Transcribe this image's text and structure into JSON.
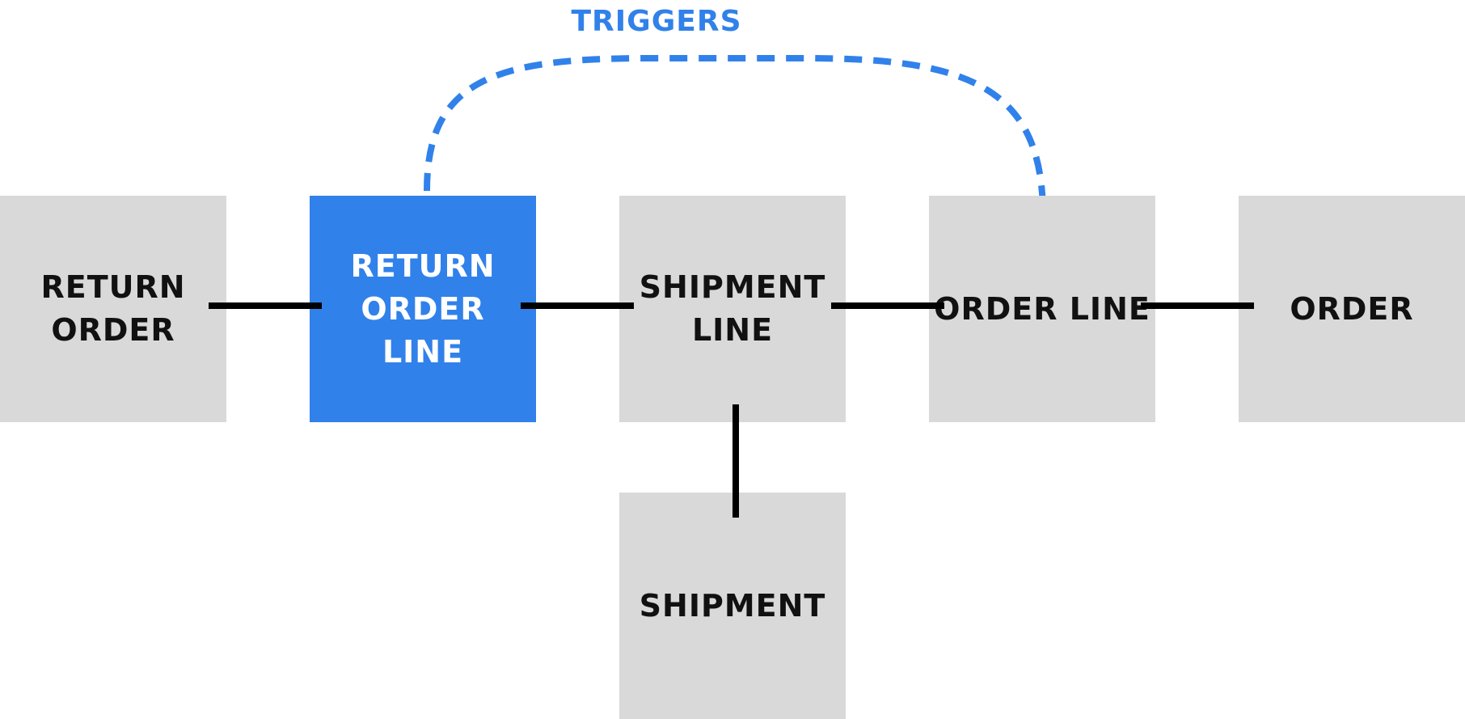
{
  "colors": {
    "box": "#d9d9d9",
    "highlight": "#3181ea",
    "connector": "#000000",
    "trigger": "#3181ea"
  },
  "trigger": {
    "label": "TRIGGERS"
  },
  "nodes": {
    "return_order": "RETURN\nORDER",
    "return_order_line": "RETURN\nORDER\nLINE",
    "shipment_line": "SHIPMENT\nLINE",
    "order_line": "ORDER LINE",
    "order": "ORDER",
    "shipment": "SHIPMENT"
  }
}
